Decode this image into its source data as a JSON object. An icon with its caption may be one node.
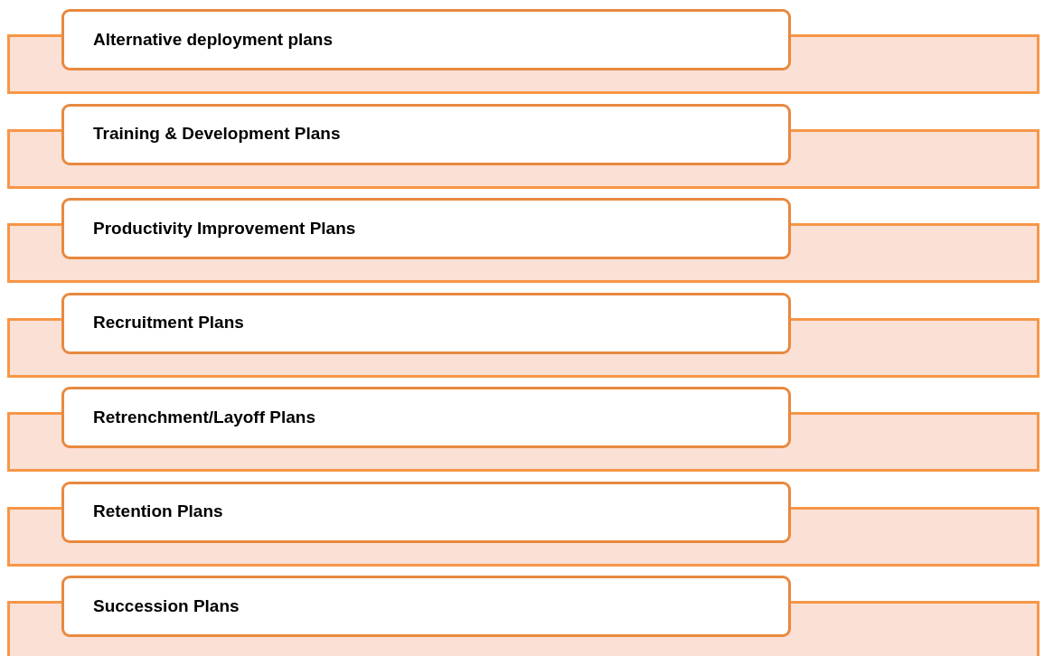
{
  "diagram": {
    "nodes": [
      {
        "text": [
          "Alternative deployment plans"
        ]
      },
      {
        "text": [
          "Training & Development Plans"
        ]
      },
      {
        "text": [
          "Productivity Improvement Plans"
        ]
      },
      {
        "text": [
          "Recruitment Plans"
        ]
      },
      {
        "text": [
          "Retrenchment/Layoff Plans"
        ]
      },
      {
        "text": [
          "Retention Plans"
        ]
      },
      {
        "text": [
          "Succession Plans"
        ]
      }
    ]
  }
}
